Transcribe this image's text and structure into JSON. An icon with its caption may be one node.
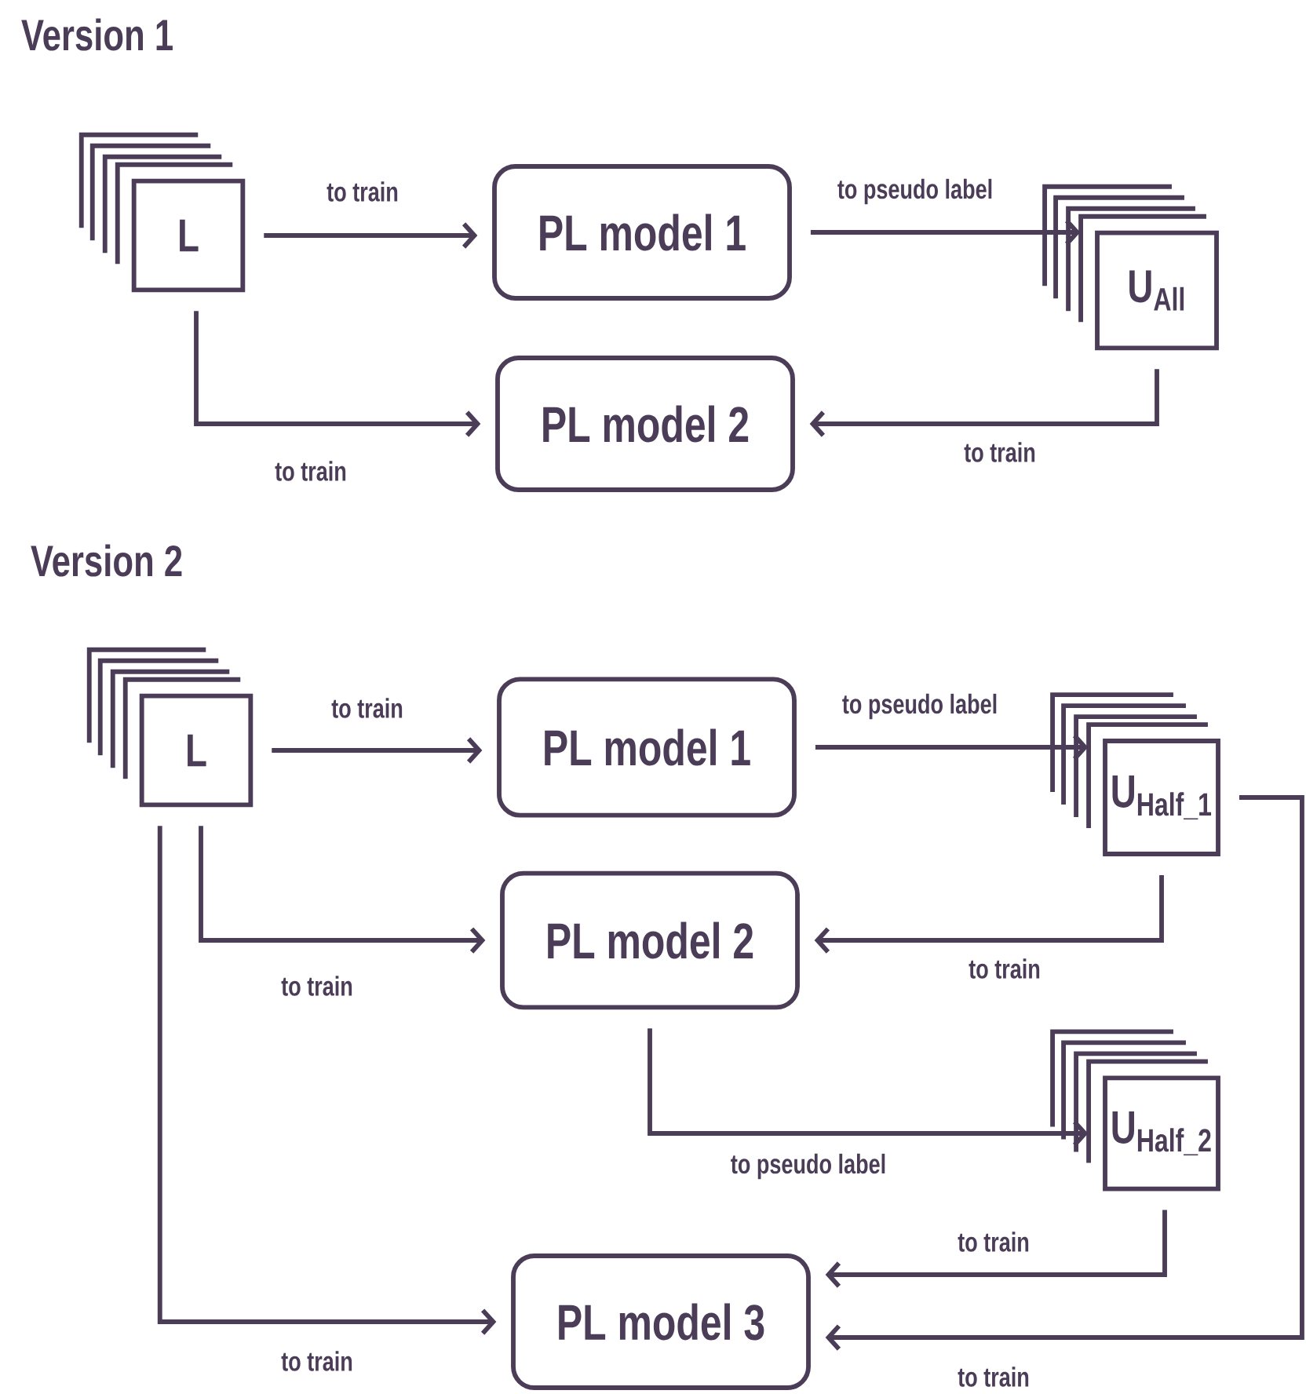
{
  "diagram": {
    "nodes": [
      {
        "text": [
          "L"
        ]
      },
      {
        "text": [
          "PL model 1"
        ]
      },
      {
        "text": [
          "U$_{All}$"
        ]
      },
      {
        "text": [
          "PL model 2"
        ]
      },
      {
        "text": [
          "L"
        ]
      },
      {
        "text": [
          "PL model 1"
        ]
      },
      {
        "text": [
          "U$_{Half_1}$"
        ]
      },
      {
        "text": [
          "PL model 2"
        ]
      },
      {
        "text": [
          "U$_{Half_2}$"
        ]
      },
      {
        "text": [
          "PL model 3"
        ]
      }
    ],
    "edges": [
      {
        "from": 0,
        "to": 1,
        "arrow": "to",
        "label": "to train"
      },
      {
        "from": 1,
        "to": 2,
        "arrow": "to",
        "label": "to pseudo label"
      },
      {
        "from": 2,
        "to": 3,
        "arrow": "to",
        "label": "to train"
      },
      {
        "from": 0,
        "to": 3,
        "arrow": "to",
        "label": "to train"
      },
      {
        "from": 4,
        "to": 5,
        "arrow": "to",
        "label": "to train"
      },
      {
        "from": 5,
        "to": 6,
        "arrow": "to",
        "label": "to pseudo label"
      },
      {
        "from": 6,
        "to": 7,
        "arrow": "to",
        "label": "to train"
      },
      {
        "from": 4,
        "to": 7,
        "arrow": "to",
        "label": "to train"
      },
      {
        "from": 7,
        "to": 8,
        "arrow": "to",
        "label": "to pseudo label"
      },
      {
        "from": 8,
        "to": 9,
        "arrow": "to",
        "label": "to train"
      },
      {
        "from": 4,
        "to": 9,
        "arrow": "to",
        "label": "to train"
      },
      {
        "from": 6,
        "to": 9,
        "arrow": "to",
        "label": "to train"
      }
    ],
    "labels": [
      "Version 1",
      "Version 2"
    ]
  }
}
